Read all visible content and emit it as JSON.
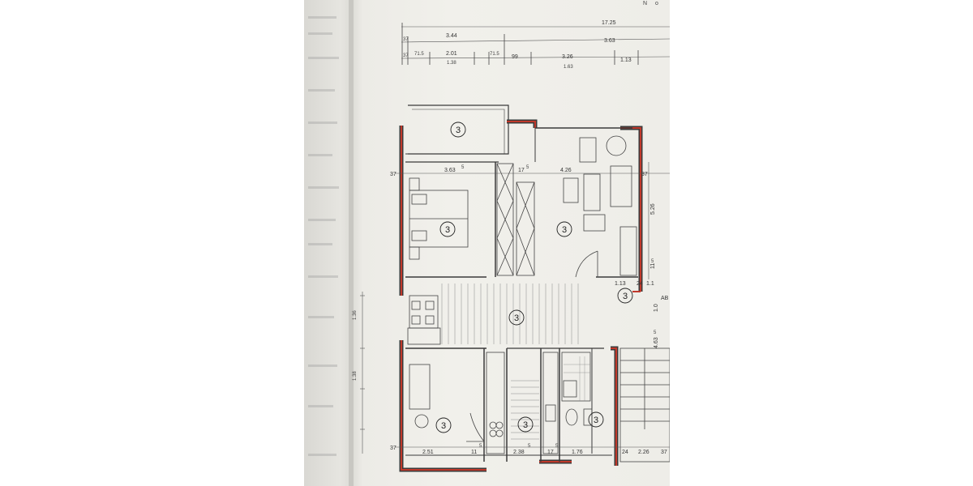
{
  "corner_mark": "N o",
  "top_dimensions": {
    "row1": {
      "d1": "17.25"
    },
    "row2": {
      "d1": "37",
      "d2": "3.44",
      "d3": "3.63"
    },
    "row3": {
      "d1": "37",
      "d2": "71.5",
      "d3": "2.01",
      "d3b": "1.38",
      "d4": "71.5",
      "d5": "99",
      "d6": "3.26",
      "d6b": "1.63",
      "d7": "1.13"
    }
  },
  "plan_dimensions": {
    "top_left_37": "37",
    "bedroom_width": "3.63",
    "bedroom_width_sup": "5",
    "wall_17": "17",
    "wall_17_sup": "5",
    "living_width": "4.26",
    "right_37": "37",
    "right_height": "5.26",
    "right_11": "11",
    "right_11_sup": "5",
    "hall_1_13": "1.13",
    "hall_24": "24",
    "hall_1_1": "1.1",
    "stair_height": "4.63",
    "stair_height_sup": "5",
    "ab_label": "AB",
    "side_1_0": "1.0",
    "bottom_37": "37",
    "room1_width": "2.51",
    "wall_11": "11",
    "wall_11_sup": "5",
    "kitchen_width": "2.38",
    "kitchen_width_sup": "5",
    "wall_17b": "17",
    "wall_17b_sup": "5",
    "bath_width": "1.76",
    "wall_24": "24",
    "stair_width": "2.26",
    "right_37b": "37",
    "left_margin_1": "1.36",
    "left_margin_2": "1.38"
  },
  "rooms": [
    {
      "id": "balcony",
      "label": "3"
    },
    {
      "id": "bedroom",
      "label": "3"
    },
    {
      "id": "living",
      "label": "3"
    },
    {
      "id": "hall",
      "label": "3"
    },
    {
      "id": "landing",
      "label": "3"
    },
    {
      "id": "child",
      "label": "3"
    },
    {
      "id": "kitchen",
      "label": "3"
    },
    {
      "id": "bath",
      "label": "3"
    }
  ],
  "colors": {
    "paper": "#efeee9",
    "line": "#3a3a3a",
    "wall_highlight": "#c0392b"
  }
}
